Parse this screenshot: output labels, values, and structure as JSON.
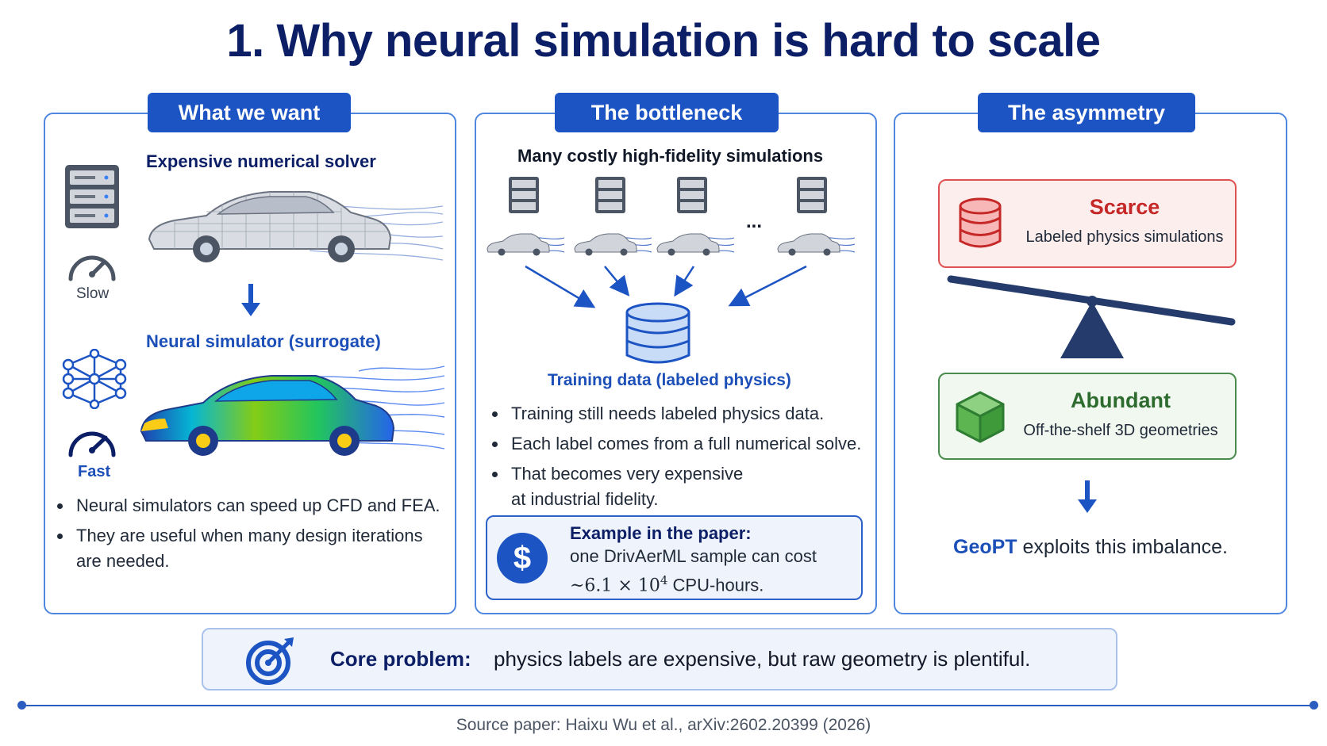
{
  "title": "1. Why neural simulation is hard to scale",
  "panels": {
    "want": {
      "label": "What we want",
      "solver_heading": "Expensive numerical solver",
      "slow_label": "Slow",
      "surrogate_heading": "Neural simulator (surrogate)",
      "fast_label": "Fast",
      "bullets": [
        "Neural simulators can speed up CFD and FEA.",
        "They are useful when many design iterations are needed."
      ]
    },
    "bottleneck": {
      "label": "The bottleneck",
      "sims_heading": "Many costly high-fidelity simulations",
      "ellipsis": "...",
      "training_label": "Training data (labeled physics)",
      "bullets": [
        "Training still needs labeled physics data.",
        "Each label comes from a full numerical solve.",
        "That becomes very expensive at industrial fidelity."
      ],
      "example": {
        "heading": "Example in the paper:",
        "line1": "one DrivAerML sample can cost",
        "cost_prefix": "~6.1 × 10",
        "cost_exp": "4",
        "cost_suffix": " CPU-hours."
      }
    },
    "asymmetry": {
      "label": "The asymmetry",
      "scarce_title": "Scarce",
      "scarce_sub": "Labeled physics simulations",
      "abundant_title": "Abundant",
      "abundant_sub": "Off-the-shelf 3D geometries",
      "conclusion_strong": "GeoPT",
      "conclusion_rest": " exploits this imbalance."
    }
  },
  "core": {
    "label": "Core problem:",
    "text": "physics labels are expensive, but raw geometry is plentiful."
  },
  "source": "Source paper: Haixu Wu et al., arXiv:2602.20399 (2026)",
  "colors": {
    "navy": "#0c1f66",
    "accent_blue": "#1d54c4",
    "scarce_red": "#c62828",
    "abundant_green": "#2e7d32"
  }
}
